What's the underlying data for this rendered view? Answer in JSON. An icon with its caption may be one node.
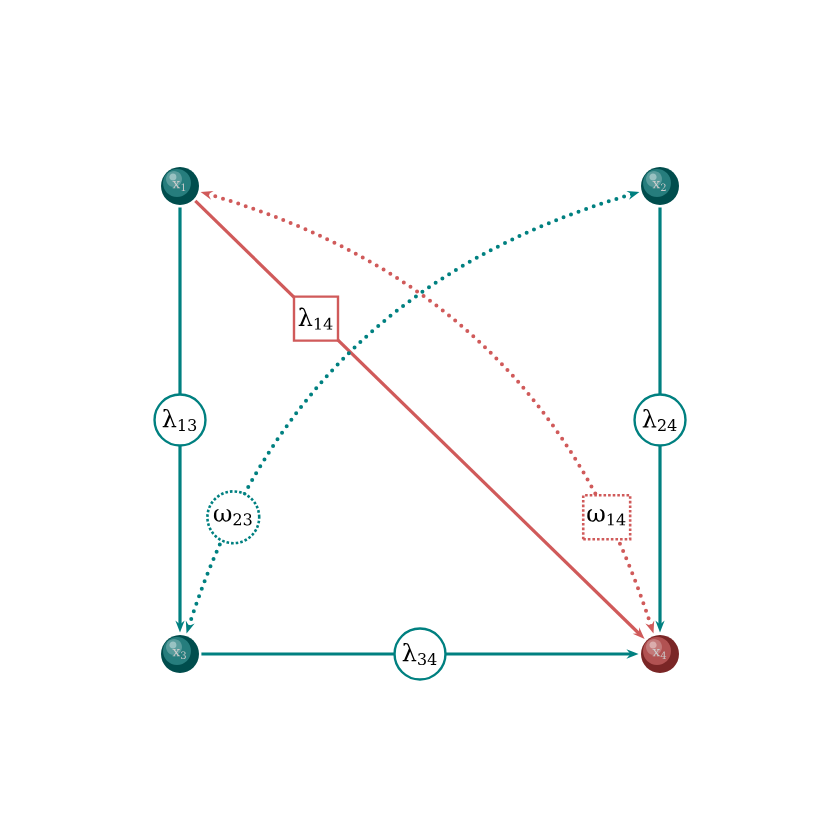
{
  "diagram": {
    "nodes": [
      {
        "text": [
          "x$_{1}$"
        ]
      },
      {
        "text": [
          "x$_{2}$"
        ]
      },
      {
        "text": [
          "x$_{3}$"
        ]
      },
      {
        "text": [
          "x$_{4}$"
        ]
      }
    ],
    "edges": [
      {
        "from": 0,
        "to": 2,
        "arrow": "to",
        "label": "λ$_{13}$"
      },
      {
        "from": 1,
        "to": 3,
        "arrow": "to",
        "label": "λ$_{24}$"
      },
      {
        "from": 2,
        "to": 3,
        "arrow": "to",
        "label": "λ$_{34}$"
      },
      {
        "from": 0,
        "to": 3,
        "arrow": "to",
        "label": "λ$_{14}$",
        "color": "#d05a5a"
      },
      {
        "from": 2,
        "to": 1,
        "arrow": "both",
        "label": "ω$_{23}$",
        "style": "dashed"
      },
      {
        "from": 0,
        "to": 3,
        "arrow": "both",
        "label": "ω$_{14}$",
        "style": "dashed",
        "color": "#d05a5a"
      }
    ]
  }
}
